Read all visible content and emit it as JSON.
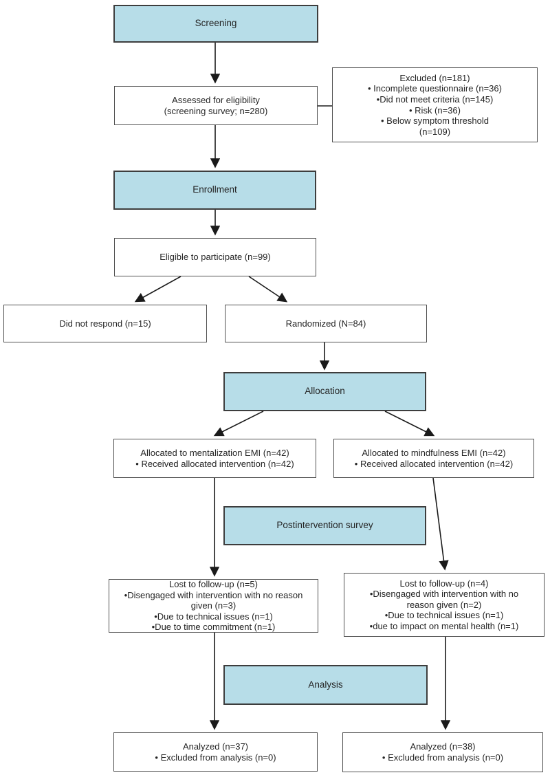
{
  "colors": {
    "stage_fill": "#b7dde8",
    "stage_border": "#3d3d3d",
    "box_border": "#4f4f4f",
    "arrow": "#1a1a1a",
    "background": "#ffffff"
  },
  "stages": {
    "screening": "Screening",
    "enrollment": "Enrollment",
    "allocation": "Allocation",
    "postintervention": "Postintervention survey",
    "analysis": "Analysis"
  },
  "boxes": {
    "assessed": {
      "lines": [
        "Assessed for eligibility",
        "(screening survey; n=280)"
      ]
    },
    "excluded": {
      "lines": [
        "Excluded (n=181)",
        "• Incomplete questionnaire (n=36)",
        "•Did not meet criteria (n=145)",
        "• Risk (n=36)",
        "• Below symptom threshold (n=109)"
      ]
    },
    "eligible": {
      "lines": [
        "Eligible to participate (n=99)"
      ]
    },
    "did_not_respond": {
      "lines": [
        "Did not respond (n=15)"
      ]
    },
    "randomized": {
      "lines": [
        "Randomized (N=84)"
      ]
    },
    "allocated_mentalization": {
      "lines": [
        "Allocated to mentalization EMI (n=42)",
        "• Received allocated intervention (n=42)"
      ]
    },
    "allocated_mindfulness": {
      "lines": [
        "Allocated to mindfulness EMI (n=42)",
        "• Received allocated intervention (n=42)"
      ]
    },
    "lost_mentalization": {
      "lines": [
        "Lost to follow-up (n=5)",
        "•Disengaged with intervention with no reason given (n=3)",
        "•Due to technical issues (n=1)",
        "•Due to time commitment (n=1)"
      ]
    },
    "lost_mindfulness": {
      "lines": [
        "Lost to follow-up (n=4)",
        "•Disengaged with intervention with no reason given (n=2)",
        "•Due to technical issues (n=1)",
        "•due to impact on mental health (n=1)"
      ]
    },
    "analyzed_mentalization": {
      "lines": [
        "Analyzed (n=37)",
        "• Excluded from analysis (n=0)"
      ]
    },
    "analyzed_mindfulness": {
      "lines": [
        "Analyzed (n=38)",
        "• Excluded from analysis (n=0)"
      ]
    }
  }
}
